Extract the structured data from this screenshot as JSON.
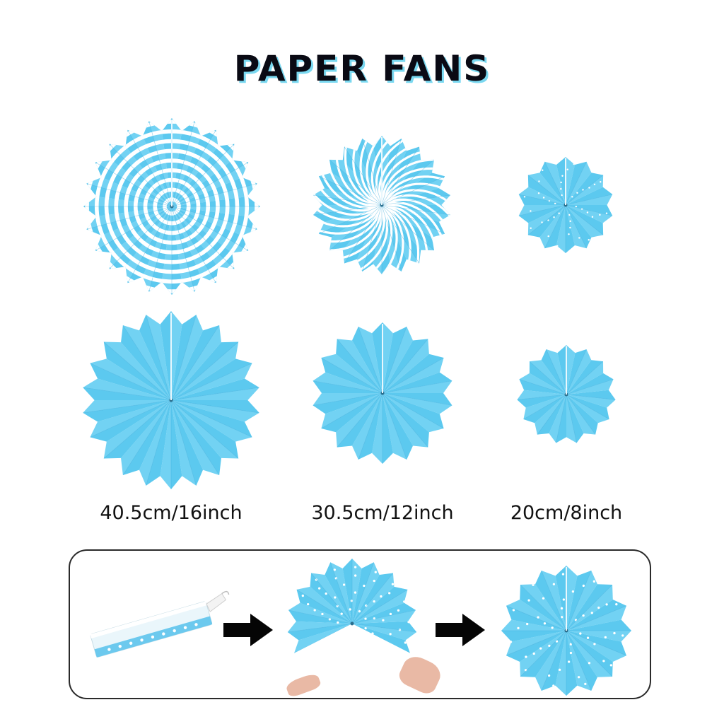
{
  "title": "PAPER FANS",
  "colors": {
    "fan_blue": "#5cc9ef",
    "fan_blue_dark": "#3aa9d9",
    "fan_stripe_white": "#ffffff",
    "title_shadow": "#7ad8f0"
  },
  "sizes": [
    {
      "label": "40.5cm/16inch"
    },
    {
      "label": "30.5cm/12inch"
    },
    {
      "label": "20cm/8inch"
    }
  ],
  "fans": [
    {
      "name": "fan-striped-concentric-large",
      "pattern": "concentric stripes"
    },
    {
      "name": "fan-striped-swirl-medium",
      "pattern": "swirl stripes"
    },
    {
      "name": "fan-polka-dot-small",
      "pattern": "polka dots"
    },
    {
      "name": "fan-solid-large",
      "pattern": "solid"
    },
    {
      "name": "fan-solid-medium",
      "pattern": "solid"
    },
    {
      "name": "fan-solid-small",
      "pattern": "solid"
    }
  ],
  "steps": [
    {
      "name": "folded-fan",
      "icon": "folded-paper-fan"
    },
    {
      "name": "arrow-right-icon"
    },
    {
      "name": "half-open-fan",
      "icon": "half-open-polka-fan"
    },
    {
      "name": "arrow-right-icon"
    },
    {
      "name": "opened-fan",
      "icon": "polka-dot-fan"
    }
  ]
}
